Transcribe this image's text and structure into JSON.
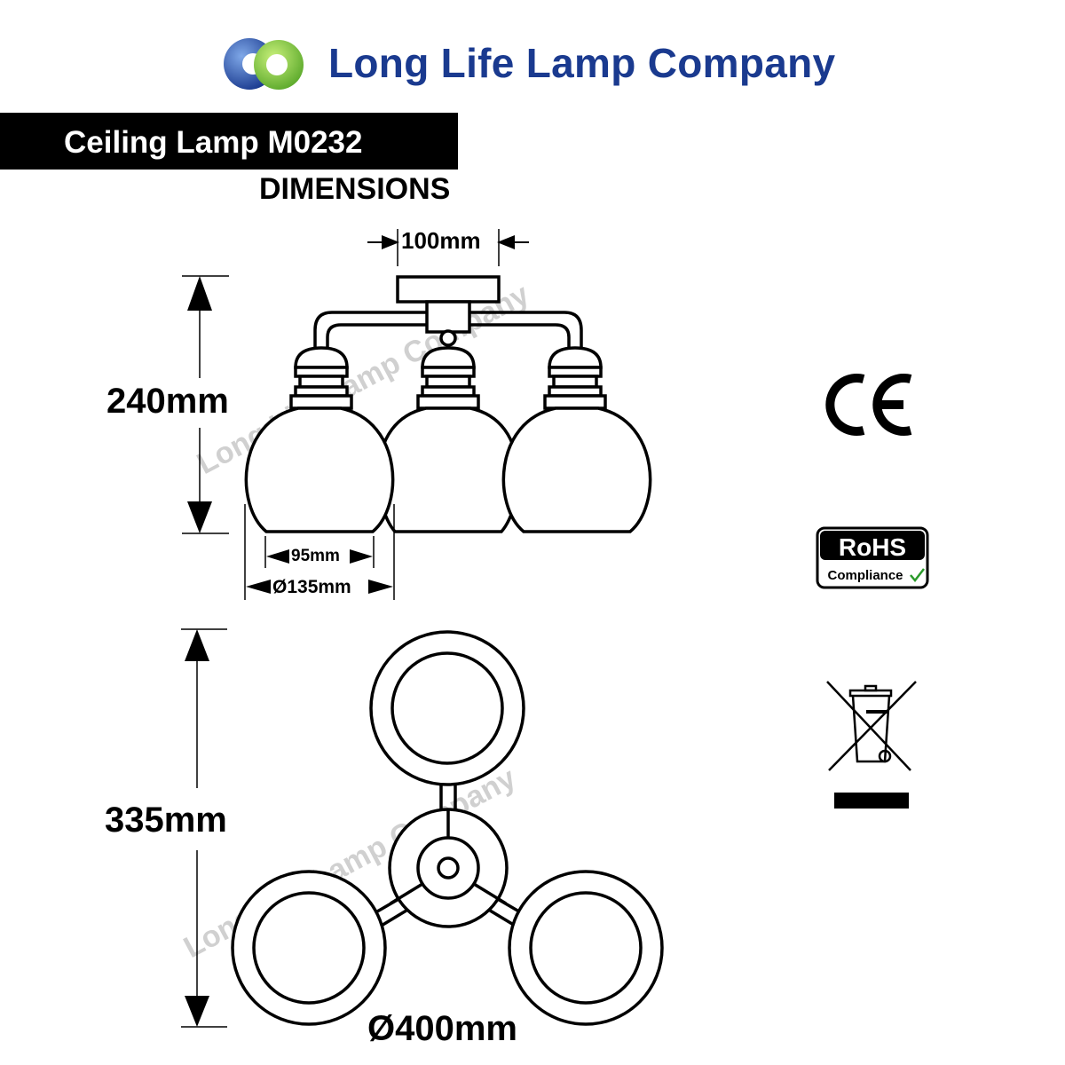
{
  "brand": {
    "name": "Long Life Lamp Company",
    "logo_colors": [
      "#1a3a8f",
      "#7ac943"
    ]
  },
  "product": {
    "title": "Ceiling Lamp M0232"
  },
  "section": {
    "heading": "DIMENSIONS"
  },
  "dimensions": {
    "plate_width": "100mm",
    "height": "240mm",
    "shade_opening": "95mm",
    "shade_diameter": "Ø135mm",
    "depth": "335mm",
    "overall_diameter": "Ø400mm"
  },
  "watermark": "Long Life Lamp Company",
  "certifications": {
    "ce": "CE",
    "rohs_title": "RoHS",
    "rohs_subtitle": "Compliance",
    "weee_icon": "crossed-out-wheelie-bin-icon"
  }
}
